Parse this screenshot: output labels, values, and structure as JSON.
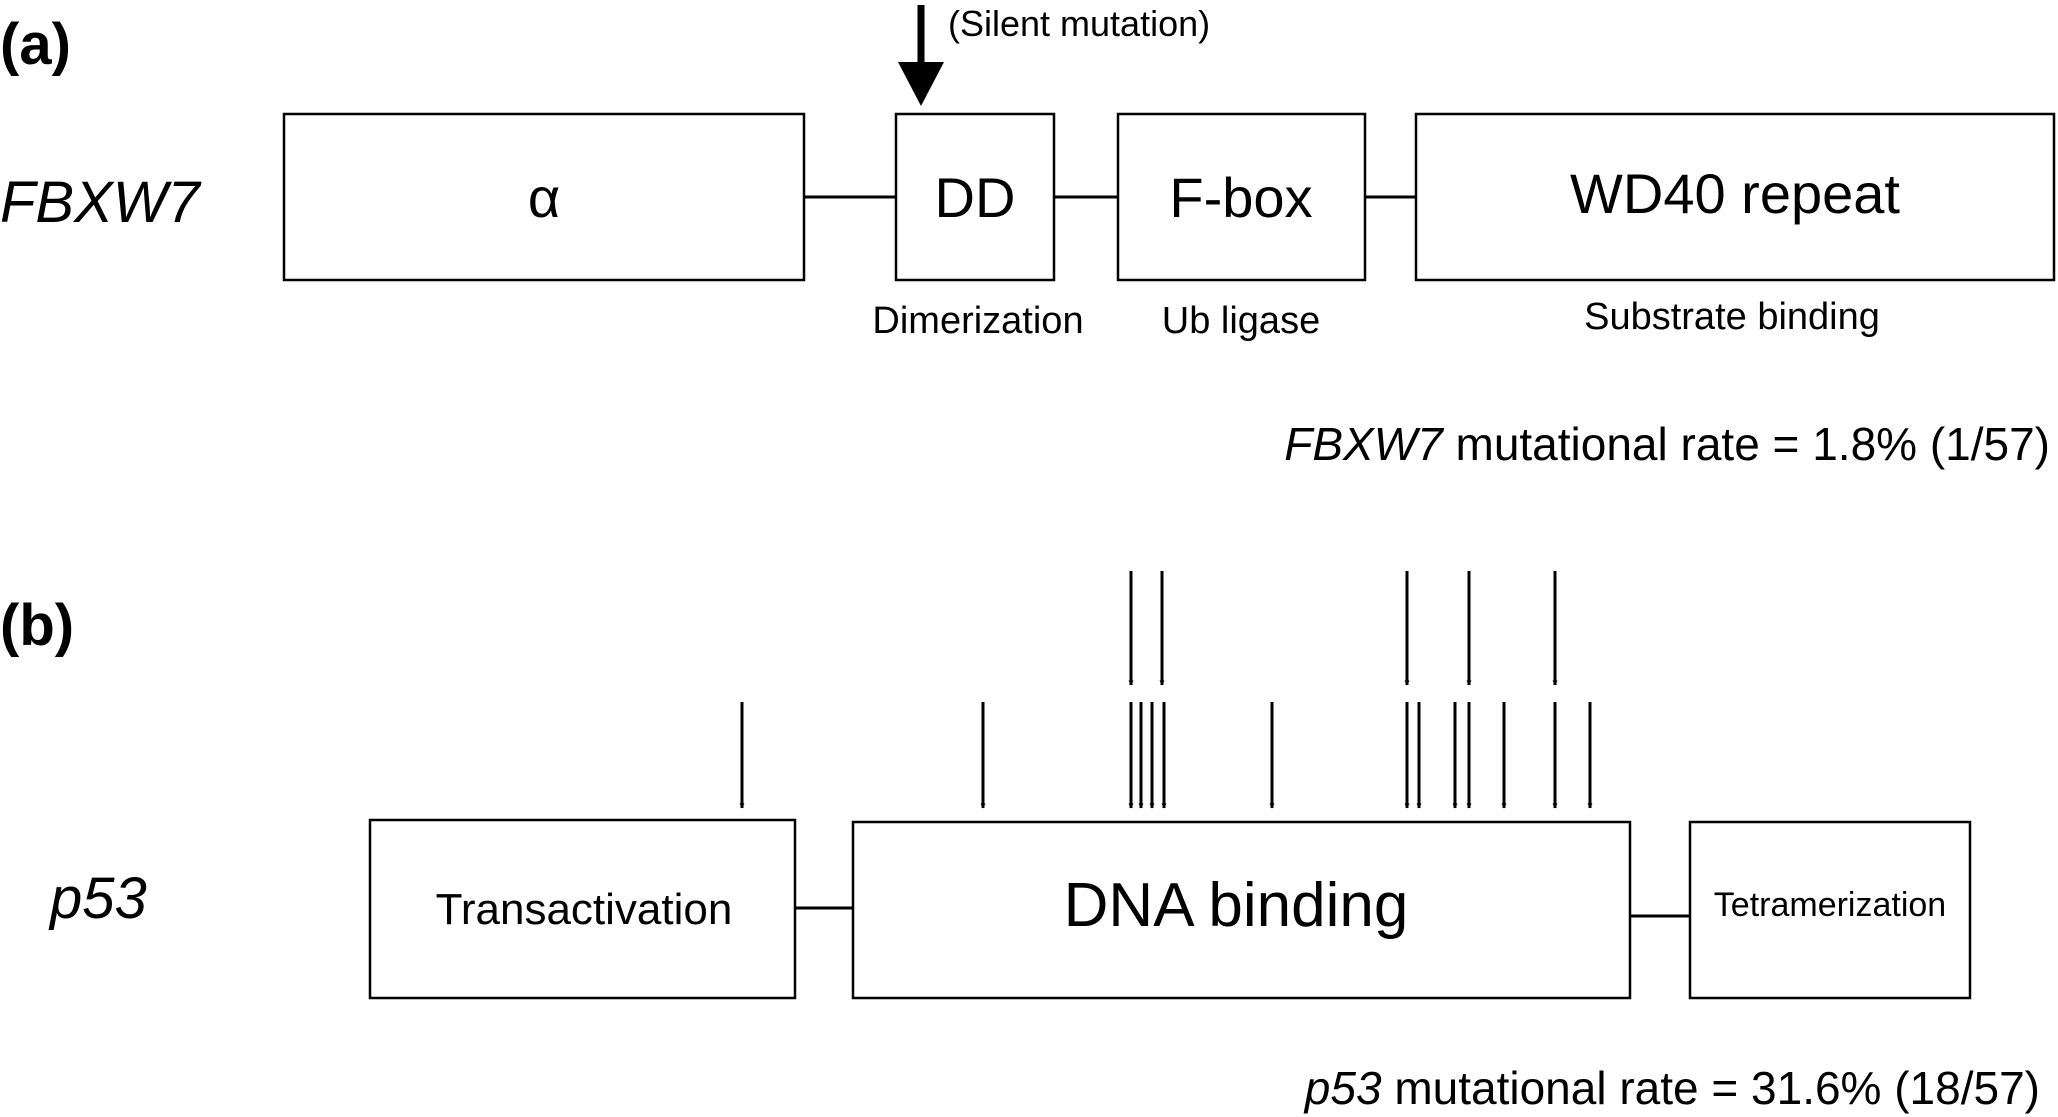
{
  "panel_a": {
    "label": "(a)",
    "gene": "FBXW7",
    "domains": [
      {
        "name": "α",
        "function": ""
      },
      {
        "name": "DD",
        "function": "Dimerization"
      },
      {
        "name": "F-box",
        "function": "Ub ligase"
      },
      {
        "name": "WD40 repeat",
        "function": "Substrate binding"
      }
    ],
    "annotation": "(Silent mutation)",
    "rate_gene": "FBXW7",
    "rate_text": " mutational rate = 1.8% (1/57)"
  },
  "panel_b": {
    "label": "(b)",
    "gene": "p53",
    "domains": [
      {
        "name": "Transactivation"
      },
      {
        "name": "DNA binding"
      },
      {
        "name": "Tetramerization"
      }
    ],
    "mutation_count": 18,
    "rate_gene": "p53",
    "rate_text": " mutational rate = 31.6% (18/57)"
  }
}
